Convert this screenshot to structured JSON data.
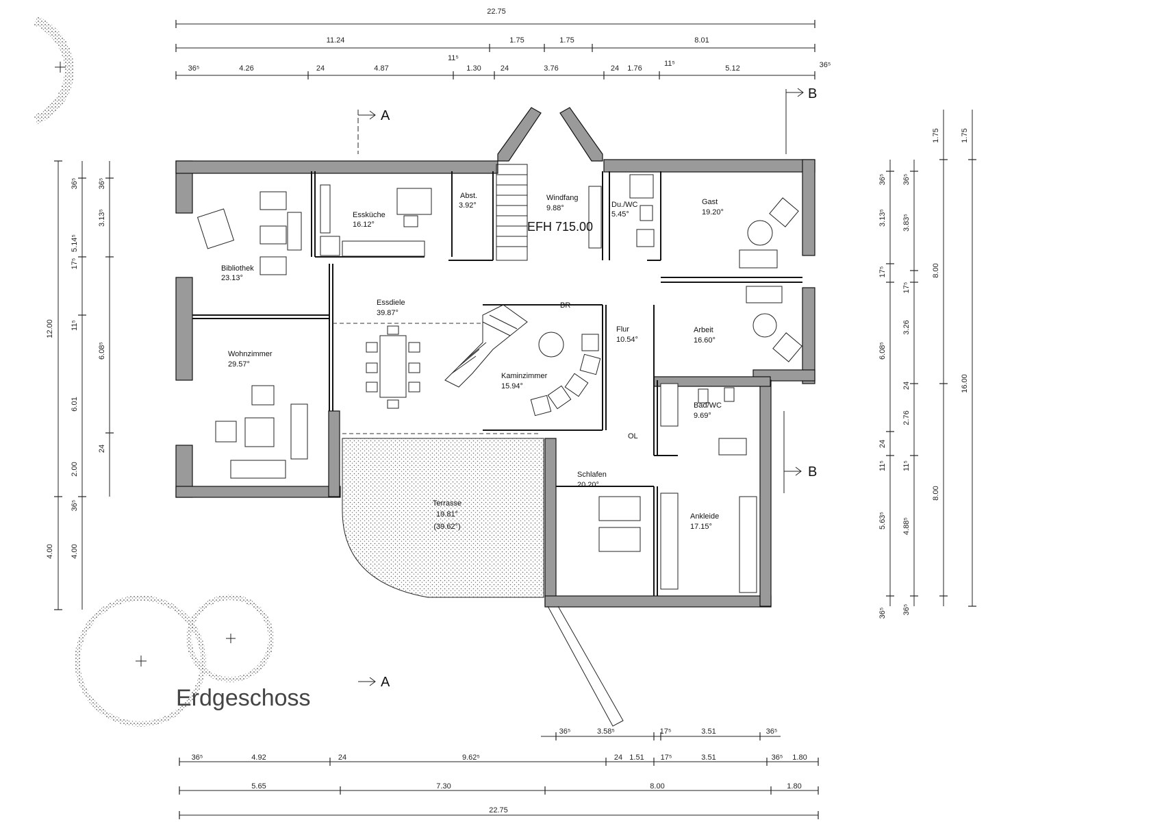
{
  "title": "Erdgeschoss",
  "efh_label": "EFH 715.00",
  "br_label": "BR",
  "ol_label": "OL",
  "rooms": [
    {
      "id": "bibliothek",
      "name": "Bibliothek",
      "area": "23.13°"
    },
    {
      "id": "esskueche",
      "name": "Essküche",
      "area": "16.12°"
    },
    {
      "id": "abst",
      "name": "Abst.",
      "area": "3.92°"
    },
    {
      "id": "windfang",
      "name": "Windfang",
      "area": "9.88°"
    },
    {
      "id": "duwc",
      "name": "Du./WC",
      "area": "5.45°"
    },
    {
      "id": "gast",
      "name": "Gast",
      "area": "19.20°"
    },
    {
      "id": "essdiele",
      "name": "Essdiele",
      "area": "39.87°"
    },
    {
      "id": "wohnzimmer",
      "name": "Wohnzimmer",
      "area": "29.57°"
    },
    {
      "id": "kaminzimmer",
      "name": "Kaminzimmer",
      "area": "15.94°"
    },
    {
      "id": "flur",
      "name": "Flur",
      "area": "10.54°"
    },
    {
      "id": "arbeit",
      "name": "Arbeit",
      "area": "16.60°"
    },
    {
      "id": "badwc",
      "name": "Bad/WC",
      "area": "9.69°"
    },
    {
      "id": "schlafen",
      "name": "Schlafen",
      "area": "20.20°"
    },
    {
      "id": "ankleide",
      "name": "Ankleide",
      "area": "17.15°"
    },
    {
      "id": "terrasse",
      "name": "Terrasse",
      "area": "19.81°",
      "extra": "(39.62°)"
    }
  ],
  "sections": {
    "a_top": "A",
    "a_bottom": "A",
    "b_top": "B",
    "b_right": "B"
  },
  "dimensions": {
    "top_overall": "22.75",
    "top_row2": [
      "11.24",
      "1.75",
      "1.75",
      "8.01"
    ],
    "top_row3": [
      "36⁵",
      "4.26",
      "24",
      "4.87",
      "11⁵",
      "1.30",
      "24",
      "3.76",
      "24",
      "1.76",
      "11⁵",
      "5.12",
      "36⁵"
    ],
    "bottom_row1": [
      "36⁵",
      "3.58⁵",
      "17⁵",
      "3.51",
      "36⁵"
    ],
    "bottom_row2": [
      "36⁵",
      "4.92",
      "24",
      "9.62⁵",
      "24",
      "1.51",
      "17⁵",
      "3.51",
      "36⁵",
      "1.80"
    ],
    "bottom_row3": [
      "5.65",
      "7.30",
      "8.00",
      "1.80"
    ],
    "bottom_overall": "22.75",
    "left_outer": [
      "12.00",
      "4.00"
    ],
    "left_mid": [
      "36⁵",
      "5.14⁵",
      "17⁵",
      "11⁵",
      "6.01",
      "2.00",
      "4.00"
    ],
    "left_inner": [
      "36⁵",
      "3.13⁵",
      "6.08⁵",
      "24",
      "36⁵"
    ],
    "right_a": [
      "36⁵",
      "3.13⁵",
      "17⁵",
      "6.08⁵",
      "24",
      "11⁵",
      "5.63⁵",
      "36⁵"
    ],
    "right_b": [
      "36⁵",
      "3.83⁵",
      "17⁵",
      "3.26",
      "24",
      "2.76",
      "11⁵",
      "4.88⁵",
      "36⁵"
    ],
    "right_c": [
      "1.75",
      "8.00",
      "8.00"
    ],
    "right_d": [
      "1.75",
      "16.00"
    ]
  }
}
